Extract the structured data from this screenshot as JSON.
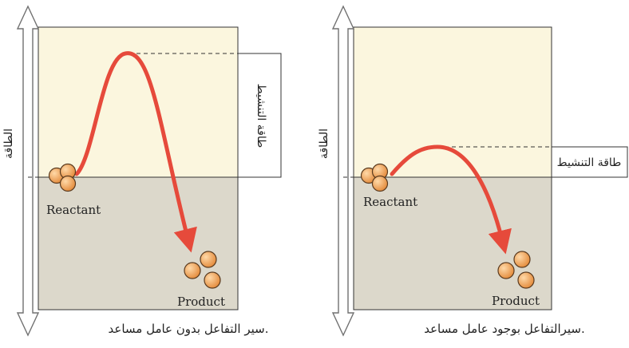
{
  "colors": {
    "upper_band": "#fbf6de",
    "lower_band": "#dcd8cb",
    "curve": "#e64a3b",
    "ball_fill": "#f0a25a",
    "ball_stroke": "#5a3a1e",
    "axis_arrow_stroke": "#707070"
  },
  "panels": [
    {
      "reactant_label": "Reactant",
      "product_label": "Product",
      "energy_axis_label": "الطاقة",
      "activation_label": "طاقة التنشيط",
      "caption": "سير التفاعل بدون عامل مساعد."
    },
    {
      "reactant_label": "Reactant",
      "product_label": "Product",
      "energy_axis_label": "الطاقة",
      "activation_label": "طاقة التنشيط",
      "caption": "سيرالتفاعل بوجود عامل مساعد."
    }
  ]
}
